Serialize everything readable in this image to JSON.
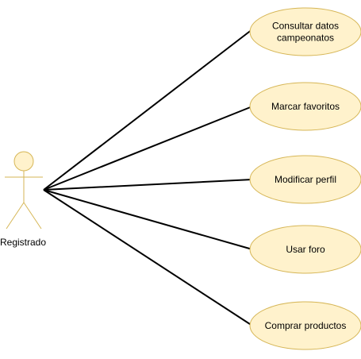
{
  "diagram": {
    "type": "use-case",
    "colors": {
      "fill": "#FFF2CC",
      "stroke": "#D6B656",
      "line": "#000000"
    },
    "actor": {
      "name": "Registrado"
    },
    "use_cases": [
      {
        "label_lines": [
          "Consultar datos",
          "campeonatos"
        ]
      },
      {
        "label_lines": [
          "Marcar favoritos"
        ]
      },
      {
        "label_lines": [
          "Modificar perfil"
        ]
      },
      {
        "label_lines": [
          "Usar foro"
        ]
      },
      {
        "label_lines": [
          "Comprar productos"
        ]
      }
    ],
    "associations": [
      {
        "from": "Registrado",
        "to": 0
      },
      {
        "from": "Registrado",
        "to": 1
      },
      {
        "from": "Registrado",
        "to": 2
      },
      {
        "from": "Registrado",
        "to": 3
      },
      {
        "from": "Registrado",
        "to": 4
      }
    ]
  }
}
